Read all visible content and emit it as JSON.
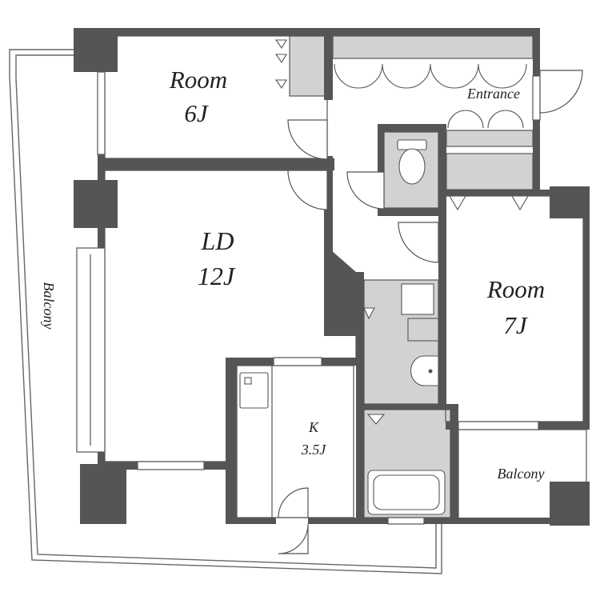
{
  "rooms": {
    "room_6j": {
      "name": "Room",
      "size": "6J"
    },
    "entrance": {
      "name": "Entrance"
    },
    "ld": {
      "name": "LD",
      "size": "12J"
    },
    "room_7j": {
      "name": "Room",
      "size": "7J"
    },
    "kitchen": {
      "name": "K",
      "size": "3.5J"
    }
  },
  "balconies": {
    "west": "Balcony",
    "south_east": "Balcony"
  },
  "colors": {
    "wall": "#555555",
    "wet_area": "#c8c8c8",
    "storage": "#d4d4d4",
    "line": "#444444"
  }
}
